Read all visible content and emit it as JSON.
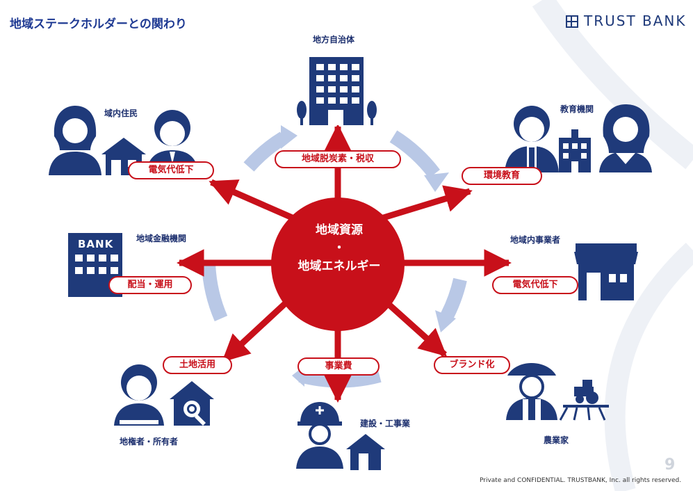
{
  "header": {
    "title": "地域ステークホルダーとの関わり",
    "brand": "TRUST BANK"
  },
  "center": {
    "line1": "地域資源",
    "line2": "・",
    "line3": "地域エネルギー"
  },
  "stakeholders": {
    "government": {
      "label": "地方自治体",
      "pill": "地域脱炭素・税収"
    },
    "residents": {
      "label": "域内住民",
      "pill": "電気代低下"
    },
    "education": {
      "label": "教育機関",
      "pill": "環境教育"
    },
    "finance": {
      "label": "地域金融機関",
      "pill": "配当・運用",
      "sign": "BANK"
    },
    "business": {
      "label": "地域内事業者",
      "pill": "電気代低下"
    },
    "landowner": {
      "label": "地権者・所有者",
      "pill": "土地活用"
    },
    "construction": {
      "label": "建設・工事業",
      "pill": "事業費"
    },
    "farmer": {
      "label": "農業家",
      "pill": "ブランド化"
    }
  },
  "footer": {
    "page_number": "9",
    "confidential": "Private and  CONFIDENTIAL. TRUSTBANK, Inc. all rights reserved."
  },
  "colors": {
    "accent_red": "#c8101a",
    "icon_navy": "#1f3a7a",
    "cycle_arrow": "#b9c8e6"
  }
}
